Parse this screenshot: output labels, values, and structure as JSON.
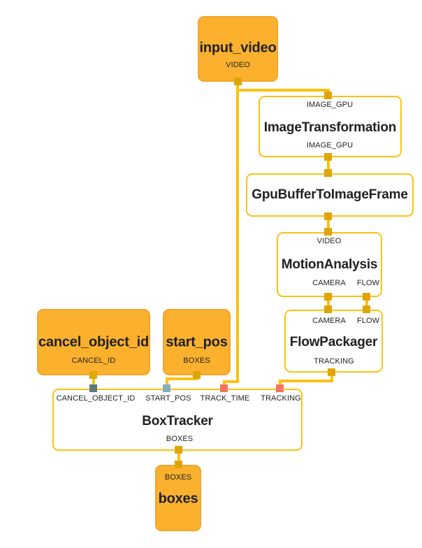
{
  "colors": {
    "background": "#ffffff",
    "edge": "#FCC211",
    "stream_node_fill": "#FBB12E",
    "stream_node_border": "#F2A52C",
    "calculator_border": "#FCC211",
    "port_amber": "#DEA509",
    "port_slate": "#5B7A85",
    "port_blue": "#85AEBE",
    "port_salmon": "#F3745F",
    "text": "#212121"
  },
  "nodes": {
    "input_video": {
      "title": "input_video",
      "output_label": "VIDEO"
    },
    "image_transformation": {
      "input_label": "IMAGE_GPU",
      "title": "ImageTransformation",
      "output_label": "IMAGE_GPU"
    },
    "gpu_buffer_to_image_frame": {
      "title": "GpuBufferToImageFrame"
    },
    "motion_analysis": {
      "input_label": "VIDEO",
      "title": "MotionAnalysis",
      "output_labels": [
        "CAMERA",
        "FLOW"
      ]
    },
    "flow_packager": {
      "input_labels": [
        "CAMERA",
        "FLOW"
      ],
      "title": "FlowPackager",
      "output_label": "TRACKING"
    },
    "cancel_object_id": {
      "title": "cancel_object_id",
      "output_label": "CANCEL_ID"
    },
    "start_pos": {
      "title": "start_pos",
      "output_label": "BOXES"
    },
    "box_tracker": {
      "input_labels": [
        "CANCEL_OBJECT_ID",
        "START_POS",
        "TRACK_TIME",
        "TRACKING"
      ],
      "title": "BoxTracker",
      "output_label": "BOXES"
    },
    "boxes": {
      "input_label": "BOXES",
      "title": "boxes"
    }
  }
}
